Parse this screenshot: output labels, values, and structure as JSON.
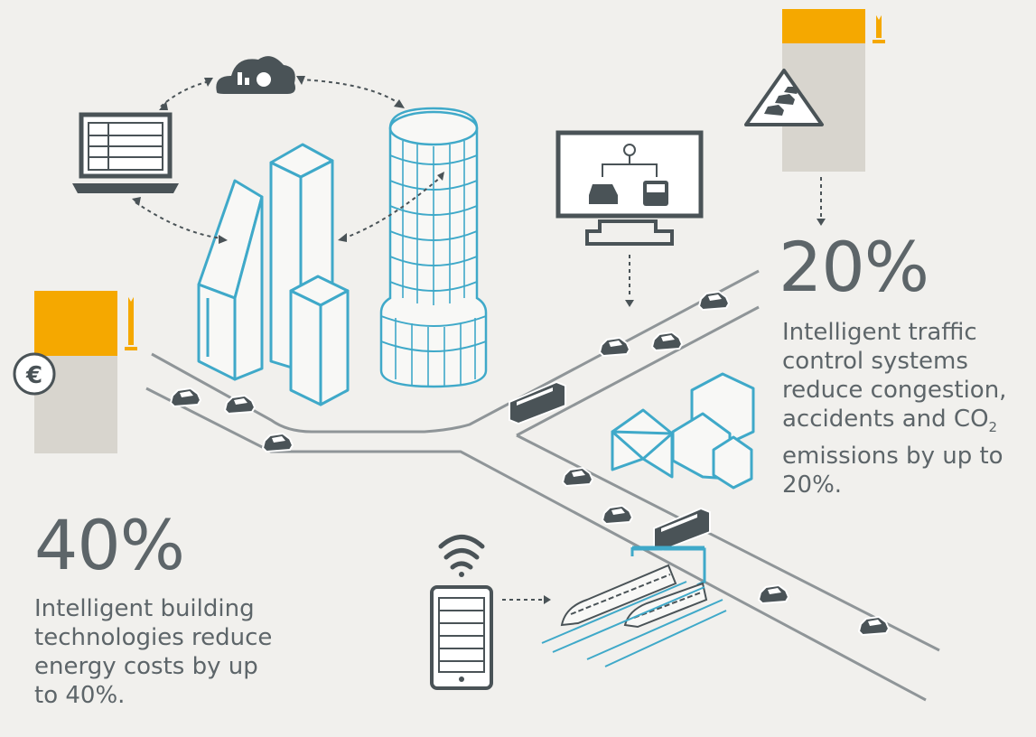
{
  "left_stat": {
    "percent": "40%",
    "description": "Intelligent building\ntechnologies reduce\nenergy costs by up\nto 40%."
  },
  "right_stat": {
    "percent": "20%",
    "description_lines": [
      "Intelligent traffic",
      "control systems",
      "reduce congestion,",
      "accidents and CO",
      "2",
      "emissions by up to",
      "20%."
    ]
  },
  "currency_symbol": "€",
  "colors": {
    "background": "#f1f0ed",
    "accent_orange": "#f5a800",
    "bar_gray": "#d8d5ce",
    "building_blue": "#3fa9c9",
    "road_gray": "#8f9598",
    "text_gray": "#5d6569"
  },
  "icons": [
    "cloud-analytics-icon",
    "laptop-icon",
    "monitor-icon",
    "traffic-warning-icon",
    "euro-icon",
    "smartphone-icon",
    "wifi-icon",
    "train-icon",
    "bus-icon",
    "car-icon"
  ]
}
